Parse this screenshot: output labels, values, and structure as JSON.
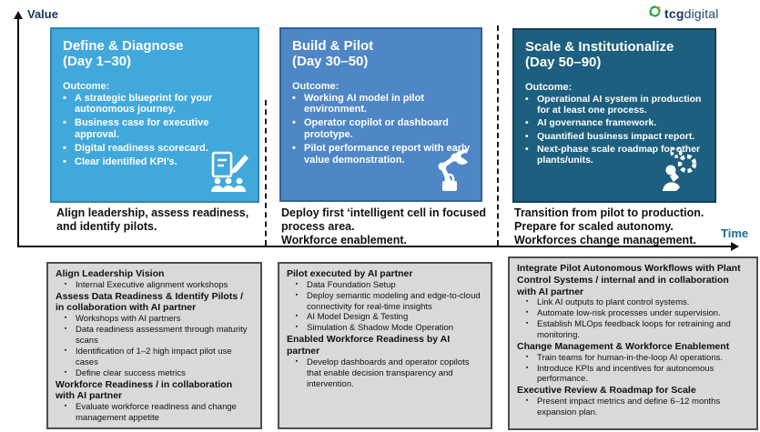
{
  "logo": {
    "brand_bold": "tcg",
    "brand_light": "digital"
  },
  "axes": {
    "y_label": "Value",
    "x_label": "Time"
  },
  "colors": {
    "phase1": "#41a8db",
    "phase2": "#4e86c6",
    "phase3": "#1d5f7f",
    "activity_box_bg": "#d9d9d9",
    "value_label": "#17365d",
    "time_label": "#156f8f"
  },
  "phases": [
    {
      "title": "Define & Diagnose",
      "days": "(Day 1–30)",
      "outcome_label": "Outcome:",
      "bullets": [
        "A strategic blueprint for your autonomous journey.",
        "Business case for executive approval.",
        "Digital readiness scorecard.",
        "Clear identified KPI’s."
      ],
      "caption_lines": [
        "Align leadership, assess readiness, and identify pilots.",
        "",
        ""
      ],
      "icon": "clipboard-team-icon"
    },
    {
      "title": "Build & Pilot",
      "days": "(Day 30–50)",
      "outcome_label": "Outcome:",
      "bullets": [
        "Working AI model in pilot environment.",
        "Operator copilot or dashboard prototype.",
        "Pilot performance report with early value demonstration."
      ],
      "caption_lines": [
        "Deploy first ‘intelligent cell in focused process area.",
        "Workforce enablement.",
        ""
      ],
      "icon": "robot-arm-icon"
    },
    {
      "title": "Scale & Institutionalize",
      "days": "(Day 50–90)",
      "outcome_label": "Outcome:",
      "bullets": [
        "Operational AI system in production for at least one process.",
        "AI governance framework.",
        "Quantified business impact report.",
        "Next-phase scale roadmap for other plants/units."
      ],
      "caption_lines": [
        "Transition from pilot to production.",
        "Prepare for scaled autonomy.",
        "Workforces change management."
      ],
      "icon": "person-gears-icon"
    }
  ],
  "activities": [
    {
      "sections": [
        {
          "heading": "Align Leadership Vision",
          "bullets": [
            "Internal Executive alignment workshops"
          ]
        },
        {
          "heading": "Assess Data Readiness & Identify Pilots / in collaboration with AI partner",
          "bullets": [
            "Workshops with AI partners",
            "Data readiness assessment through maturity scans",
            "Identification of 1–2 high impact pilot use cases",
            "Define clear success metrics"
          ]
        },
        {
          "heading": "Workforce Readiness / in collaboration with AI partner",
          "bullets": [
            "Evaluate workforce readiness and change management appetite"
          ]
        }
      ]
    },
    {
      "sections": [
        {
          "heading": "Pilot executed by AI partner",
          "bullets": [
            "Data Foundation Setup",
            "Deploy semantic modeling and edge-to-cloud connectivity for real-time insights",
            "AI Model Design & Testing",
            "Simulation & Shadow Mode Operation"
          ]
        },
        {
          "heading": "Enabled Workforce Readiness by AI partner",
          "bullets": [
            "Develop dashboards and operator copilots that enable decision transparency and intervention."
          ]
        }
      ]
    },
    {
      "sections": [
        {
          "heading": "Integrate Pilot Autonomous Workflows with Plant Control Systems / internal and in collaboration with AI partner",
          "bullets": [
            "Link AI outputs to plant control systems.",
            "Automate low-risk processes under supervision.",
            "Establish MLOps feedback loops for retraining and monitoring."
          ]
        },
        {
          "heading": "Change Management & Workforce Enablement",
          "bullets": [
            "Train teams for human-in-the-loop AI operations.",
            "Introduce KPIs and incentives for autonomous performance."
          ]
        },
        {
          "heading": "Executive Review & Roadmap for Scale",
          "bullets": [
            "Present impact metrics and define 6–12 months expansion plan."
          ]
        }
      ]
    }
  ]
}
